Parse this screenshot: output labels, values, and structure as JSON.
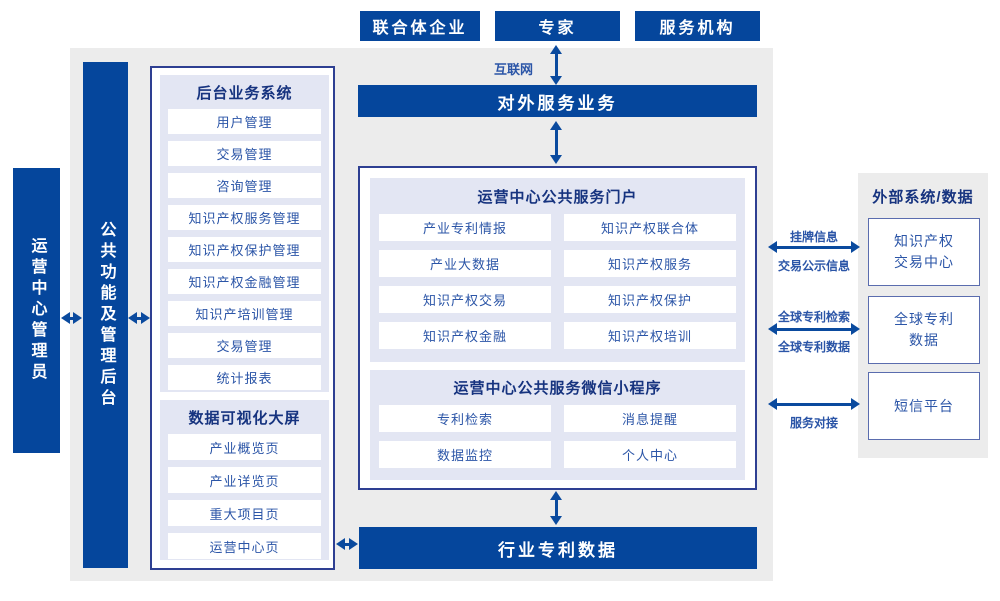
{
  "colors": {
    "primary_blue": "#05469c",
    "arrow_blue": "#0a4a9e",
    "panel_lavender": "#e3e6f3",
    "border_navy": "#2e3f92",
    "background_gray": "#ececec",
    "item_text_blue": "#2b55a7",
    "title_navy": "#16337f"
  },
  "top_actors": {
    "items": [
      "联合体企业",
      "专家",
      "服务机构"
    ]
  },
  "internet_label": "互联网",
  "external_service_bar": "对外服务业务",
  "left_rail": {
    "admin": "运营中心管理员",
    "backend": "公共功能及管理后台"
  },
  "back_office": {
    "title": "后台业务系统",
    "items": [
      "用户管理",
      "交易管理",
      "咨询管理",
      "知识产权服务管理",
      "知识产权保护管理",
      "知识产权金融管理",
      "知识产培训管理",
      "交易管理",
      "统计报表"
    ]
  },
  "dashboard": {
    "title": "数据可视化大屏",
    "items": [
      "产业概览页",
      "产业详览页",
      "重大项目页",
      "运营中心页"
    ]
  },
  "portal": {
    "title": "运营中心公共服务门户",
    "items": [
      "产业专利情报",
      "知识产权联合体",
      "产业大数据",
      "知识产权服务",
      "知识产权交易",
      "知识产权保护",
      "知识产权金融",
      "知识产权培训"
    ]
  },
  "mini_program": {
    "title": "运营中心公共服务微信小程序",
    "items": [
      "专利检索",
      "消息提醒",
      "数据监控",
      "个人中心"
    ]
  },
  "industry_data_bar": "行业专利数据",
  "external_systems": {
    "title": "外部系统/数据",
    "boxes": [
      "知识产权\n交易中心",
      "全球专利\n数据",
      "短信平台"
    ]
  },
  "link_labels": {
    "listing_info": "挂牌信息",
    "trade_publicity": "交易公示信息",
    "global_patent_search": "全球专利检索",
    "global_patent_data": "全球专利数据",
    "service_connect": "服务对接"
  }
}
